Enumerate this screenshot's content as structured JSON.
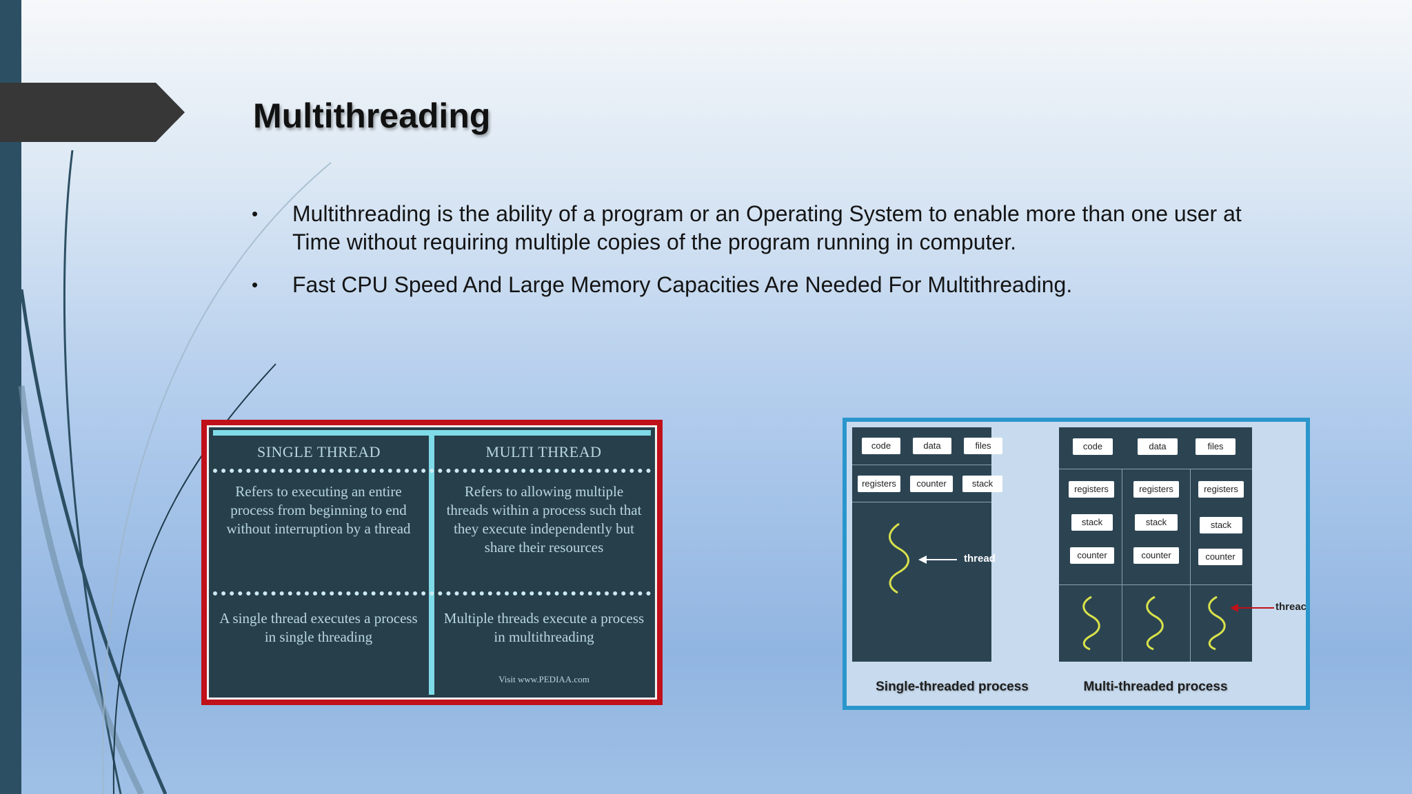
{
  "slide": {
    "title": "Multithreading",
    "bullets": [
      "Multithreading is the ability of  a program or an Operating System to enable more than one user at Time without requiring multiple copies of the program running in computer.",
      "Fast CPU Speed And Large Memory Capacities Are Needed For Multithreading."
    ],
    "bullet_glyph": "•"
  },
  "comparison": {
    "single_heading": "SINGLE THREAD",
    "multi_heading": "MULTI THREAD",
    "single_def": "Refers to executing an entire process from beginning to end without interruption by a thread",
    "multi_def": "Refers to allowing multiple threads within a process such that they execute independently but share their  resources",
    "single_example": "A single thread executes a process in single threading",
    "multi_example": "Multiple threads execute a process in multithreading",
    "credit": "Visit www.PEDIAA.com",
    "frame_color": "#c0101a",
    "accent_color": "#7fdbe8"
  },
  "diagram": {
    "single": {
      "row1": [
        "code",
        "data",
        "files"
      ],
      "row2": [
        "registers",
        "counter",
        "stack"
      ],
      "thread_label": "thread",
      "caption": "Single-threaded process"
    },
    "multi": {
      "row1": [
        "code",
        "data",
        "files"
      ],
      "registers": [
        "registers",
        "registers",
        "registers"
      ],
      "stack": [
        "stack",
        "stack",
        "stack"
      ],
      "counter": [
        "counter",
        "counter",
        "counter"
      ],
      "thread_label": "threac",
      "caption": "Multi-threaded process"
    },
    "frame_color": "#2a96cc",
    "thread_color": "#d9e24a"
  }
}
